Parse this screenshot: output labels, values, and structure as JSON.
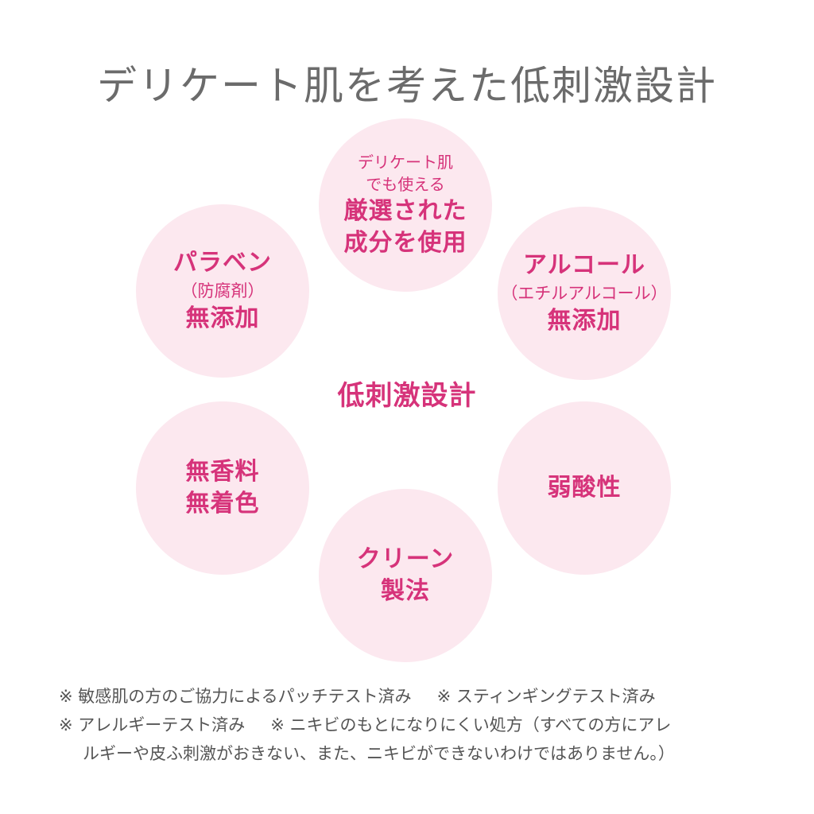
{
  "title": "デリケート肌を考えた低刺激設計",
  "center_label": "低刺激設計",
  "circles": {
    "top": {
      "small1": "デリケート肌",
      "small2": "でも使える",
      "big1": "厳選された",
      "big2": "成分を使用"
    },
    "upper_left": {
      "big1": "パラベン",
      "sub": "（防腐剤）",
      "big2": "無添加"
    },
    "upper_right": {
      "big1": "アルコール",
      "sub": "（エチルアルコール）",
      "big2": "無添加"
    },
    "lower_left": {
      "big1": "無香料",
      "big2": "無着色"
    },
    "lower_right": {
      "big1": "弱酸性"
    },
    "bottom": {
      "big1": "クリーン",
      "big2": "製法"
    }
  },
  "notes": {
    "line1a": "※ 敏感肌の方のご協力によるパッチテスト済み",
    "line1b": "※ スティンギングテスト済み",
    "line2a": "※ アレルギーテスト済み",
    "line2b": "※ ニキビのもとになりにくい処方（すべての方にアレ",
    "line3": "ルギーや皮ふ刺激がおきない、また、ニキビができないわけではありません。）"
  },
  "colors": {
    "accent": "#d6337a",
    "circle_fill": "#fce8ef",
    "title": "#6b6b6b",
    "notes": "#555555"
  }
}
